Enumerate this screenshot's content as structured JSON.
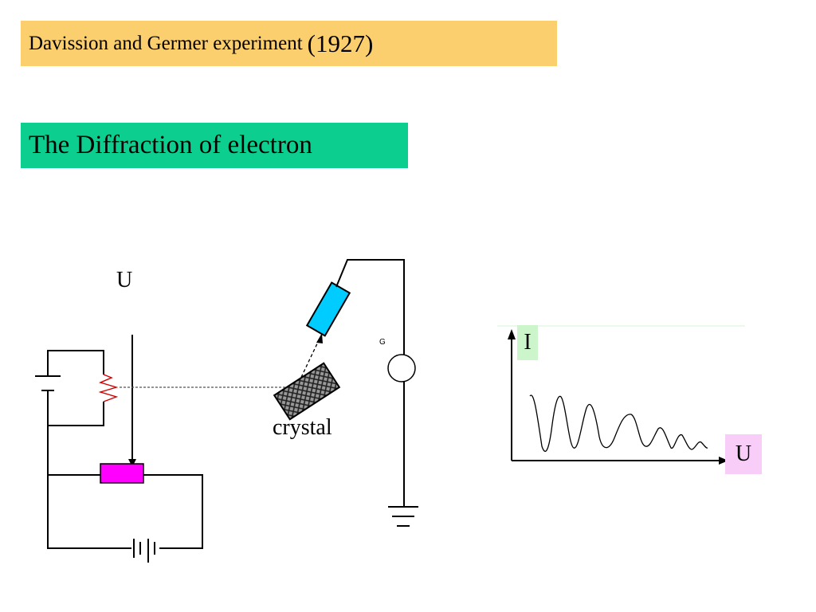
{
  "header": {
    "title": "Davission and Germer experiment",
    "year": "(1927)"
  },
  "subheader": {
    "title": "The Diffraction of electron"
  },
  "circuit": {
    "voltage_label": "U",
    "meter_label": "G",
    "crystal_label": "crystal"
  },
  "graph": {
    "y_axis_label": "I",
    "x_axis_label": "U"
  },
  "colors": {
    "title_bg": "#fccf6e",
    "subtitle_bg": "#0ccf8f",
    "detector": "#00ccff",
    "rheostat": "#ff00ff",
    "y_label_bg": "#ccf5cc",
    "x_label_bg": "#f8cdf8"
  }
}
